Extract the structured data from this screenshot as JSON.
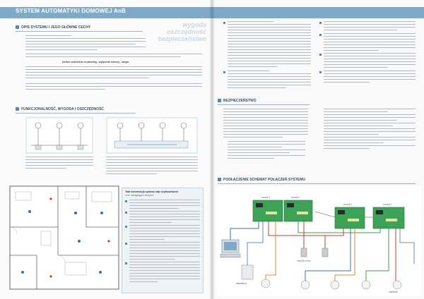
{
  "header": {
    "title": "SYSTEM AUTOMATYKI DOMOWEJ AnB"
  },
  "left_page": {
    "section1": {
      "title": "OPIS SYSTEMU I JEGO GŁÓWNE CECHY",
      "overlay": [
        "wygoda",
        "oszczędność",
        "bezpieczeństwo"
      ],
      "intro_bold": "telefon rozdzielcze w planning - wyłącznik ścienny - lampa"
    },
    "section2": {
      "title": "FUNKCJONALNOŚĆ, WYGODA I OSZCZĘDNOŚĆ"
    },
    "plan_box": {
      "title": "Tabe konstrukcja systemu daje użytkownikowi",
      "subtitle": "m.in. następujące korzyści:"
    }
  },
  "right_page": {
    "section_security": {
      "title": "BEZPIECZEŃSTWO"
    },
    "section_scheme": {
      "title": "PODŁĄCZENIE SCHEMAT POŁĄCZEŃ SYSTEMU"
    },
    "device_labels": [
      "moduł 1",
      "moduł 2",
      "moduł 3",
      "moduł 4",
      "czujnik ruchu",
      "klawiatura",
      "zasilanie"
    ]
  },
  "colors": {
    "accent": "#7fa9c9",
    "accent_dark": "#3a4f60",
    "green_board": "#3ca356",
    "wire_red": "#d23a2e",
    "wire_blue": "#3d6db3",
    "wire_green": "#3b9c48",
    "wire_orange": "#e48a2c"
  }
}
